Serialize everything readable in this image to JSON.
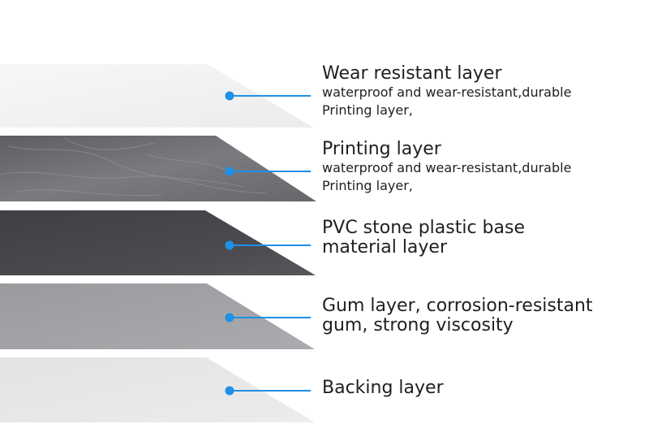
{
  "colors": {
    "accent": "#1e90e6",
    "wear_layer": "#f3f3f3",
    "printing_layer": "#6d6e70",
    "base_layer": "#4a4b4e",
    "gum_layer": "#a2a3a6",
    "backing_layer": "#e7e7e8"
  },
  "layers": [
    {
      "title": "Wear resistant layer",
      "lines": [
        "waterproof and wear-resistant,durable",
        "Printing layer,"
      ]
    },
    {
      "title": "Printing layer",
      "lines": [
        "waterproof and wear-resistant,durable",
        "Printing layer,"
      ]
    },
    {
      "title_lines": [
        "PVC stone plastic base",
        "material layer"
      ]
    },
    {
      "title_lines": [
        "Gum layer, corrosion-resistant",
        "gum, strong viscosity"
      ]
    },
    {
      "title": "Backing layer"
    }
  ]
}
